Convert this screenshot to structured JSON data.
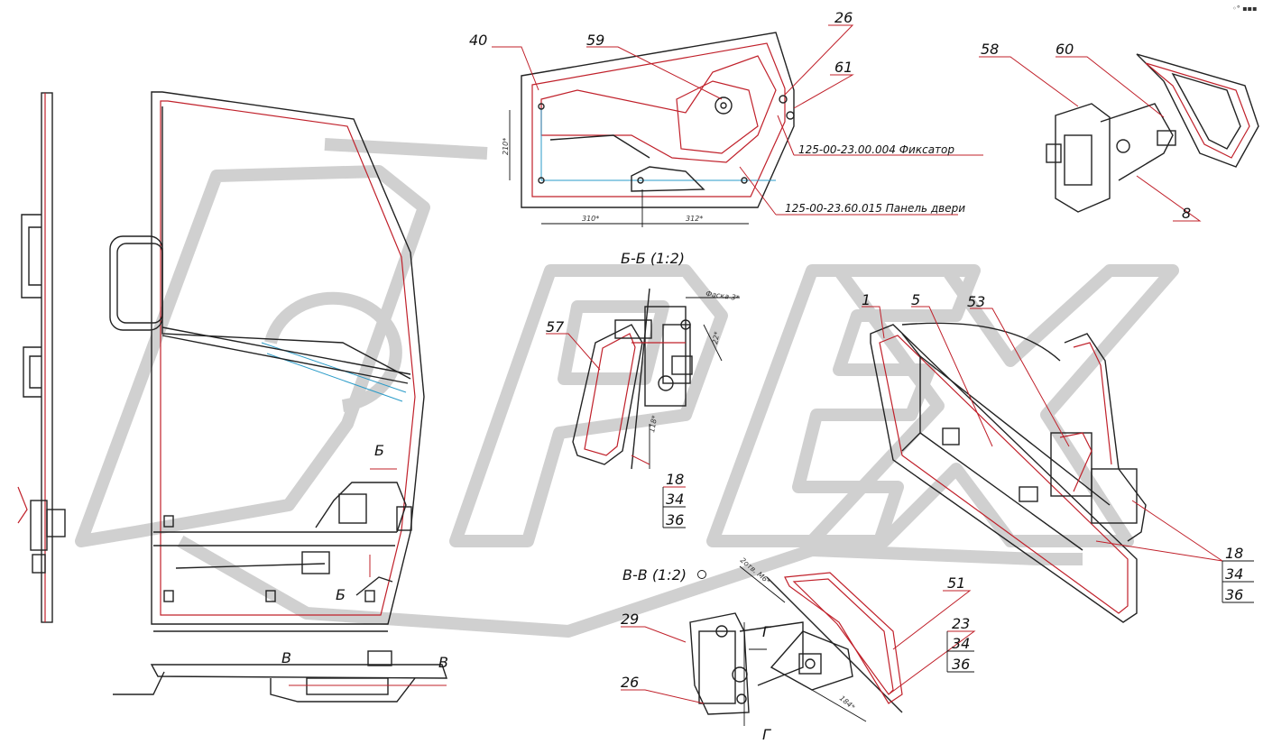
{
  "labels": {
    "p40": "40",
    "p59": "59",
    "p26a": "26",
    "p61": "61",
    "p58": "58",
    "p60": "60",
    "p8": "8",
    "p1": "1",
    "p5": "5",
    "p53": "53",
    "p57": "57",
    "p18a": "18",
    "p34a": "34",
    "p36a": "36",
    "p18b": "18",
    "p34b": "34",
    "p36b": "36",
    "p51": "51",
    "p23": "23",
    "p34c": "34",
    "p36c": "36",
    "p29": "29",
    "p26b": "26",
    "sec_b_mark1": "Б",
    "sec_b_mark2": "Б",
    "sec_v_mark1": "В",
    "sec_v_mark2": "В",
    "g_mark1": "Г",
    "g_mark2": "Г"
  },
  "callouts": {
    "fixator": "125-00-23.00.004 Фиксатор",
    "panel": "125-00-23.60.015 Панель двери"
  },
  "sections": {
    "bb": "Б-Б (1:2)",
    "vv": "В-В (1:2)"
  },
  "dimensions": {
    "d210": "210*",
    "d310": "310*",
    "d312": "312*",
    "d22": "22*",
    "d118": "118*",
    "d184": "184*",
    "bevel": "Фаска 3*",
    "thread": "2отв. М6*"
  },
  "corner_mark": "◦° ▪▪▪",
  "watermark_colors": {
    "stroke": "#d0d0d0"
  },
  "colors": {
    "outline": "#222222",
    "accent": "#c0202a",
    "aux": "#2a9bc8"
  }
}
